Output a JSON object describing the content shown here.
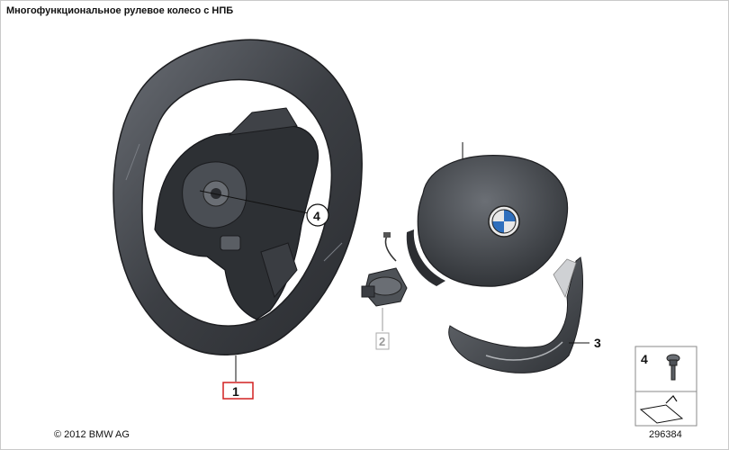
{
  "title": "Многофункциональное рулевое колесо с НПБ",
  "copyright": "© 2012 BMW AG",
  "document_number": "296384",
  "callouts": {
    "steering_wheel": "1",
    "clock_spring": "2",
    "trim_cover": "3",
    "bolt_on_wheel": "4",
    "bolt_in_legend": "4"
  },
  "colors": {
    "part_dark": "#3a3d42",
    "part_mid": "#55595f",
    "highlight_box": "#d22020",
    "clock_spring_label": "#9a9a9a"
  }
}
